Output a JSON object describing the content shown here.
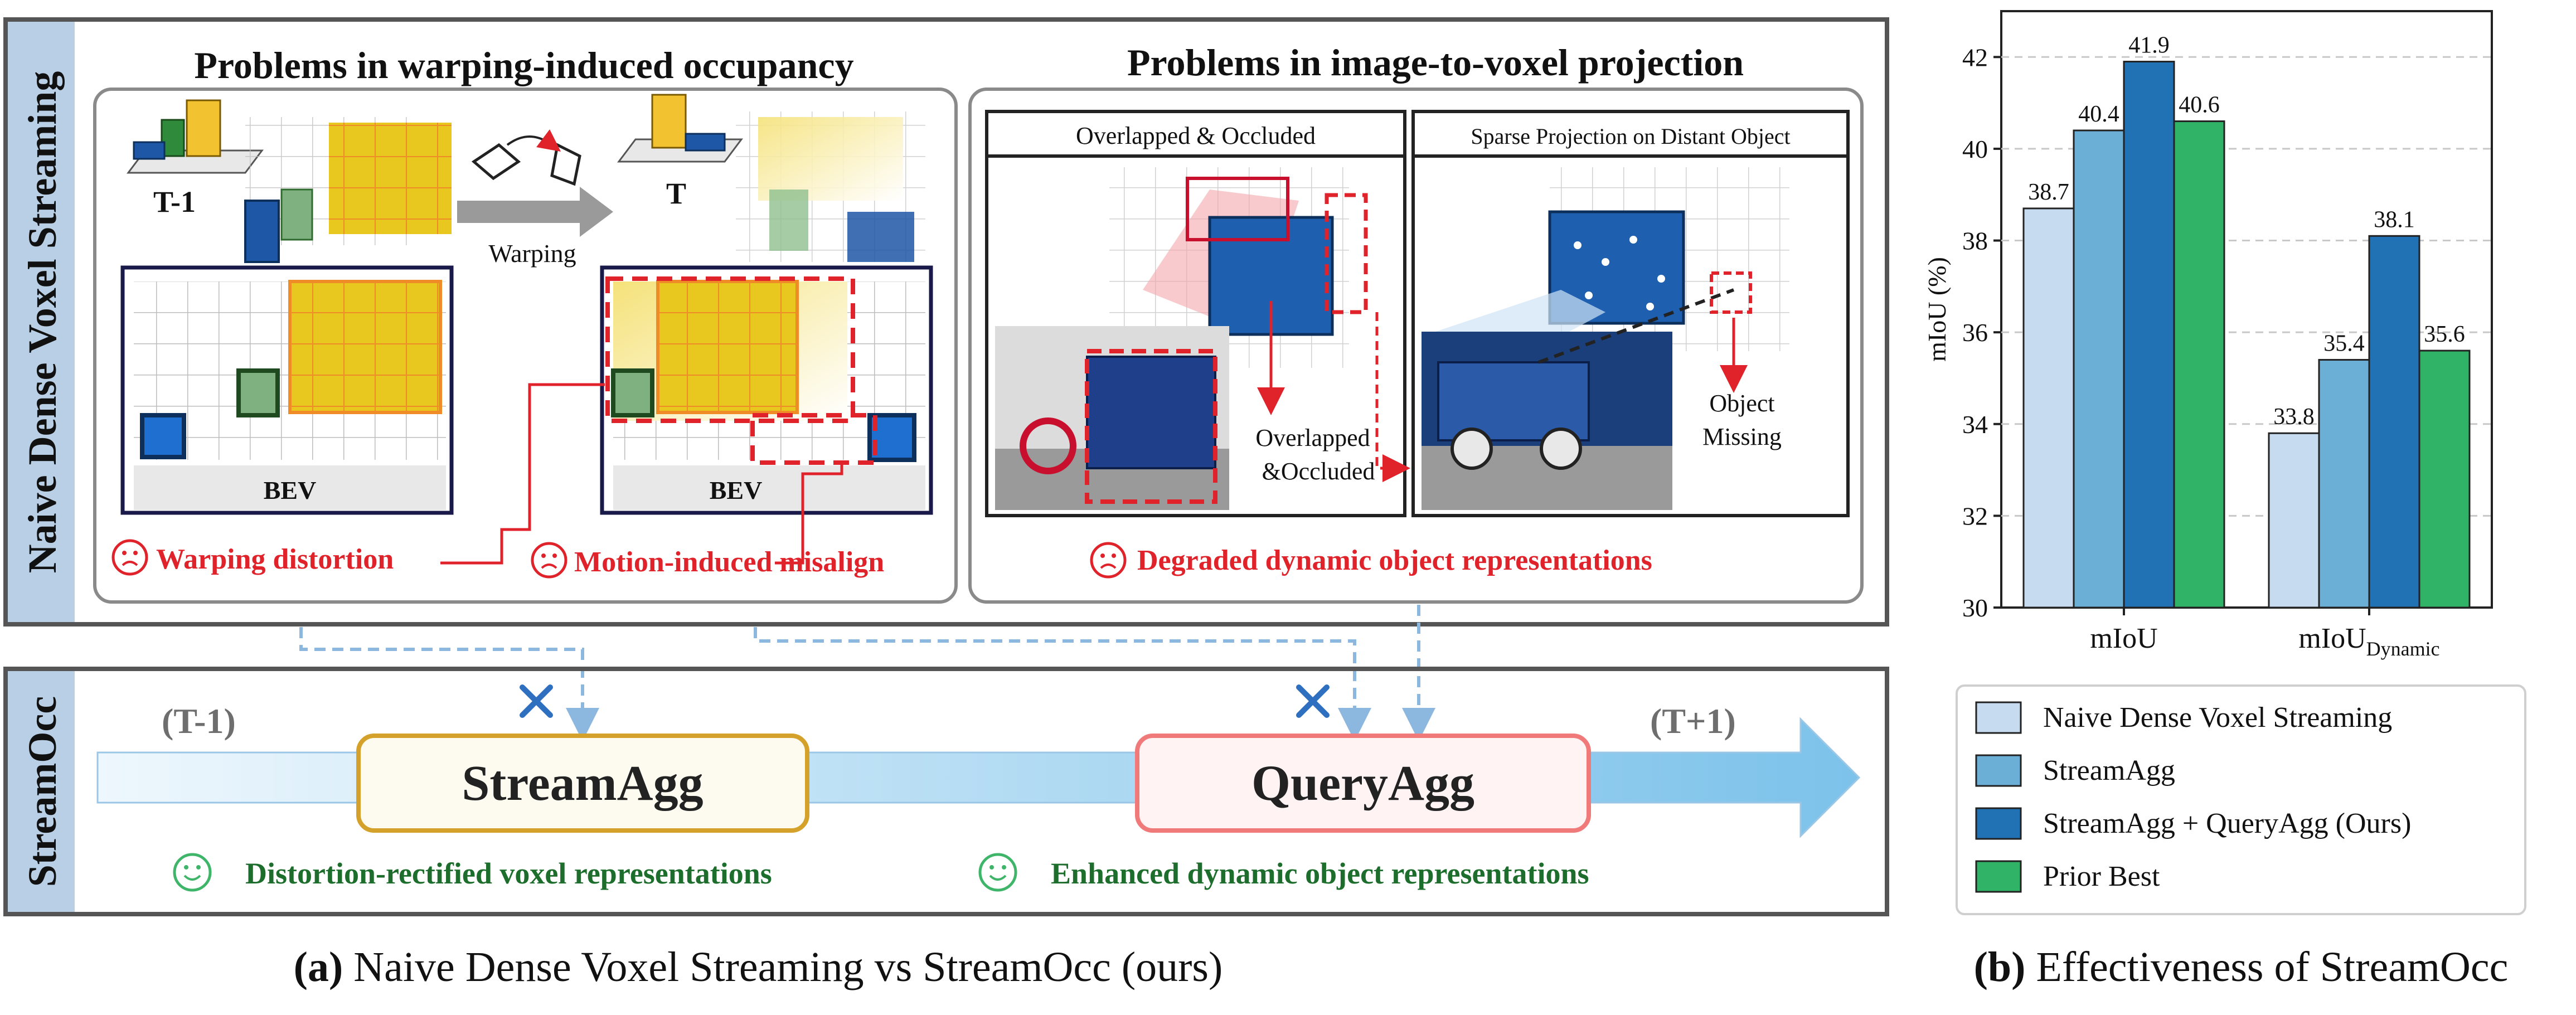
{
  "panel_a": {
    "side_label_top": "Naive Dense Voxel Streaming",
    "side_label_bottom": "StreamOcc",
    "left_box_title": "Problems in warping-induced occupancy",
    "right_box_title": "Problems in image-to-voxel projection",
    "frame_prev": "T-1",
    "frame_curr": "T",
    "warping_label": "Warping",
    "bev_label": "BEV",
    "problem_1": "Warping distortion",
    "problem_2": "Motion-induced misalign",
    "sub_left_title": "Overlapped & Occluded",
    "sub_right_title": "Sparse Projection on Distant Object",
    "annot_occluded_1": "Overlapped",
    "annot_occluded_2": "&Occluded",
    "annot_missing_1": "Object",
    "annot_missing_2": "Missing",
    "problem_3": "Degraded dynamic object representations",
    "time_prev": "(T-1)",
    "time_next": "(T+1)",
    "module_1": "StreamAgg",
    "module_2": "QueryAgg",
    "benefit_1": "Distortion-rectified voxel representations",
    "benefit_2": "Enhanced dynamic object representations",
    "caption_bold": "(a)",
    "caption_text": " Naive Dense Voxel Streaming vs StreamOcc (ours)"
  },
  "panel_b": {
    "caption_bold": "(b)",
    "caption_text": " Effectiveness of StreamOcc"
  },
  "chart_data": {
    "type": "bar",
    "categories": [
      "mIoU",
      "mIoU_Dynamic"
    ],
    "category_labels": [
      {
        "main": "mIoU",
        "sub": ""
      },
      {
        "main": "mIoU",
        "sub": "Dynamic"
      }
    ],
    "ylabel": "mIoU (%)",
    "ylim": [
      30,
      43
    ],
    "yticks": [
      30,
      32,
      34,
      36,
      38,
      40,
      42
    ],
    "grid": true,
    "legend_placement": "below",
    "series": [
      {
        "name": "Naive Dense Voxel Streaming",
        "values": [
          38.7,
          33.8
        ],
        "color": "#c6dbef"
      },
      {
        "name": "StreamAgg",
        "values": [
          40.4,
          35.4
        ],
        "color": "#6baed6"
      },
      {
        "name": "StreamAgg + QueryAgg (Ours)",
        "values": [
          41.9,
          38.1
        ],
        "color": "#2171b5"
      },
      {
        "name": "Prior Best",
        "values": [
          40.6,
          35.6
        ],
        "color": "#31b367"
      }
    ],
    "value_labels": [
      [
        "38.7",
        "33.8"
      ],
      [
        "40.4",
        "35.4"
      ],
      [
        "41.9",
        "38.1"
      ],
      [
        "40.6",
        "35.6"
      ]
    ]
  },
  "colors": {
    "problem_red": "#e0222a",
    "benefit_green": "#1d6e2c",
    "streamagg_border": "#d4a22a",
    "queryagg_border": "#f07a7a",
    "side_label_bg": "#b8cfe6",
    "arrow_blue": "#8cc6ea",
    "dashed_blue": "#8cb8e0",
    "tool_blue": "#2e6fbf",
    "smile_green": "#3fb56a",
    "frown_red": "#e0222a"
  },
  "icons": [
    "sad-face-icon",
    "smile-face-icon",
    "wrench-screwdriver-icon",
    "warp-cube-icon",
    "down-arrow-icon"
  ]
}
